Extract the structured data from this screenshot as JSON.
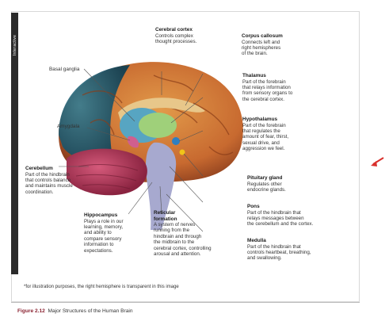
{
  "sidebar_tab": "Interactive",
  "labels": {
    "cerebral_cortex": {
      "title": "Cerebral cortex",
      "lines": [
        "Controls complex",
        "thought processes."
      ]
    },
    "corpus_callosum": {
      "title": "Corpus callosum",
      "lines": [
        "Connects left and",
        "right hemispheres",
        "of the brain."
      ]
    },
    "basal_ganglia": {
      "title": "Basal ganglia"
    },
    "thalamus": {
      "title": "Thalamus",
      "lines": [
        "Part of the forebrain",
        "that relays information",
        "from sensory organs to",
        "the cerebral cortex."
      ]
    },
    "amygdala": {
      "title": "Amygdala"
    },
    "hypothalamus": {
      "title": "Hypothalamus",
      "lines": [
        "Part of the forebrain",
        "that regulates the",
        "amount of fear, thirst,",
        "sexual drive, and",
        "aggression we feel."
      ]
    },
    "cerebellum": {
      "title": "Cerebellum",
      "lines": [
        "Part of the hindbrain",
        "that controls balance",
        "and maintains muscle",
        "coordination."
      ]
    },
    "pituitary": {
      "title": "Pituitary gland",
      "lines": [
        "Regulates other",
        "endocrine glands."
      ]
    },
    "pons": {
      "title": "Pons",
      "lines": [
        "Part of the hindbrain that",
        "relays messages between",
        "the cerebellum and the cortex."
      ]
    },
    "hippocampus": {
      "title": "Hippocampus",
      "lines": [
        "Plays a role in our",
        "learning, memory,",
        "and ability to",
        "compare sensory",
        "information to",
        "expectations."
      ]
    },
    "reticular": {
      "title": "Reticular",
      "title2": "formation",
      "lines": [
        "A system of nerves",
        "running from the",
        "hindbrain and through",
        "the midbrain to the",
        "cerebral cortex, controlling",
        "arousal and attention."
      ]
    },
    "medulla": {
      "title": "Medulla",
      "lines": [
        "Part of the hindbrain that",
        "controls heartbeat, breathing,",
        "and swallowing."
      ]
    }
  },
  "footnote": "*for illustration purposes, the right hemisphere is transparent in this image",
  "caption": {
    "figure": "Figure 2.12",
    "title": "Major Structures of the Human Brain"
  },
  "colors": {
    "accent": "#8a2231",
    "arrow": "#d9302c"
  },
  "icons": {
    "arrow": "red-arrow-icon"
  }
}
